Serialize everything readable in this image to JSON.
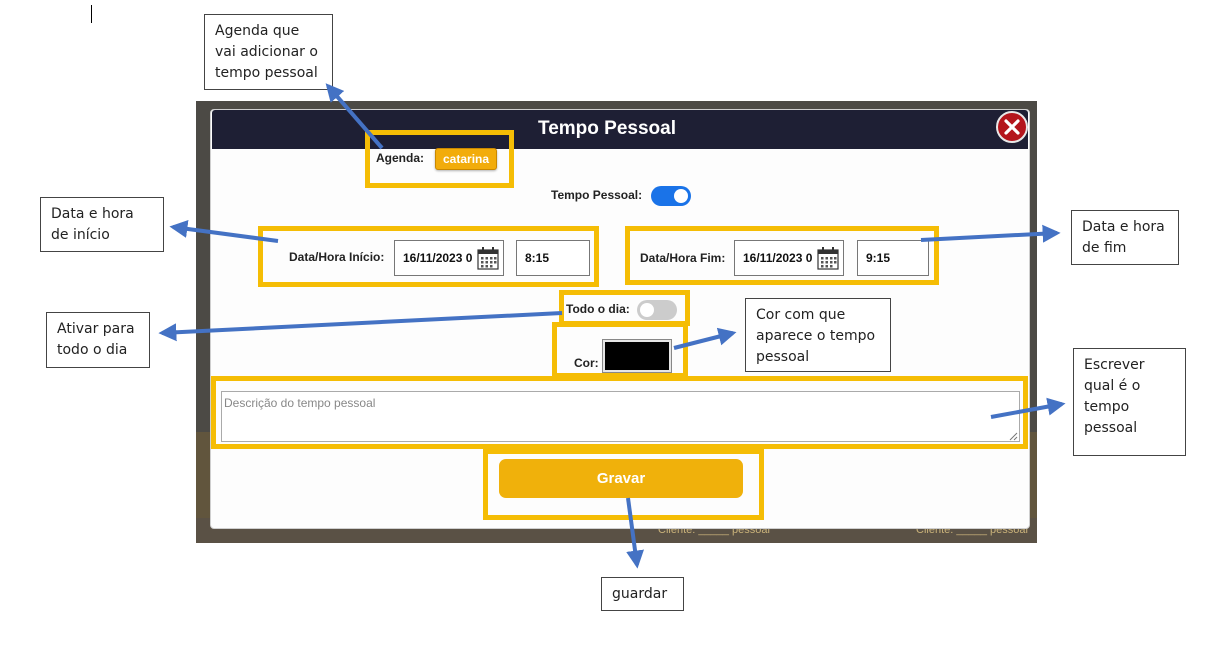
{
  "modal": {
    "title": "Tempo Pessoal",
    "close_icon": "close-x-icon",
    "agenda_label": "Agenda:",
    "agenda_value": "catarina",
    "personal_time_label": "Tempo Pessoal:",
    "personal_time_on": true,
    "start_label": "Data/Hora Início:",
    "start_date": "16/11/2023 0",
    "start_time": "8:15",
    "end_label": "Data/Hora Fim:",
    "end_date": "16/11/2023 0",
    "end_time": "9:15",
    "all_day_label": "Todo o dia:",
    "all_day_on": false,
    "color_label": "Cor:",
    "color_value": "#000000",
    "description_placeholder": "Descrição do tempo pessoal",
    "save_label": "Gravar",
    "calendar_icon": "calendar-icon"
  },
  "callouts": {
    "agenda": "Agenda que vai adicionar o tempo pessoal",
    "start": "Data e hora de início",
    "end": "Data e hora de fim",
    "all_day": "Ativar para todo o dia",
    "color": "Cor com que aparece o tempo pessoal",
    "description": "Escrever qual é o tempo pessoal",
    "save": "guardar"
  },
  "background_text": {
    "left": "Cliente: _____ pessoal",
    "right": "Cliente: _____ pessoal"
  },
  "colors": {
    "highlight": "#f5bd05",
    "arrow": "#4472c4",
    "header": "#1e1f34",
    "close": "#b4151c",
    "toggle_on": "#1a73e8",
    "save_button": "#f0b10b",
    "agenda_chip": "#f2ac0b"
  }
}
